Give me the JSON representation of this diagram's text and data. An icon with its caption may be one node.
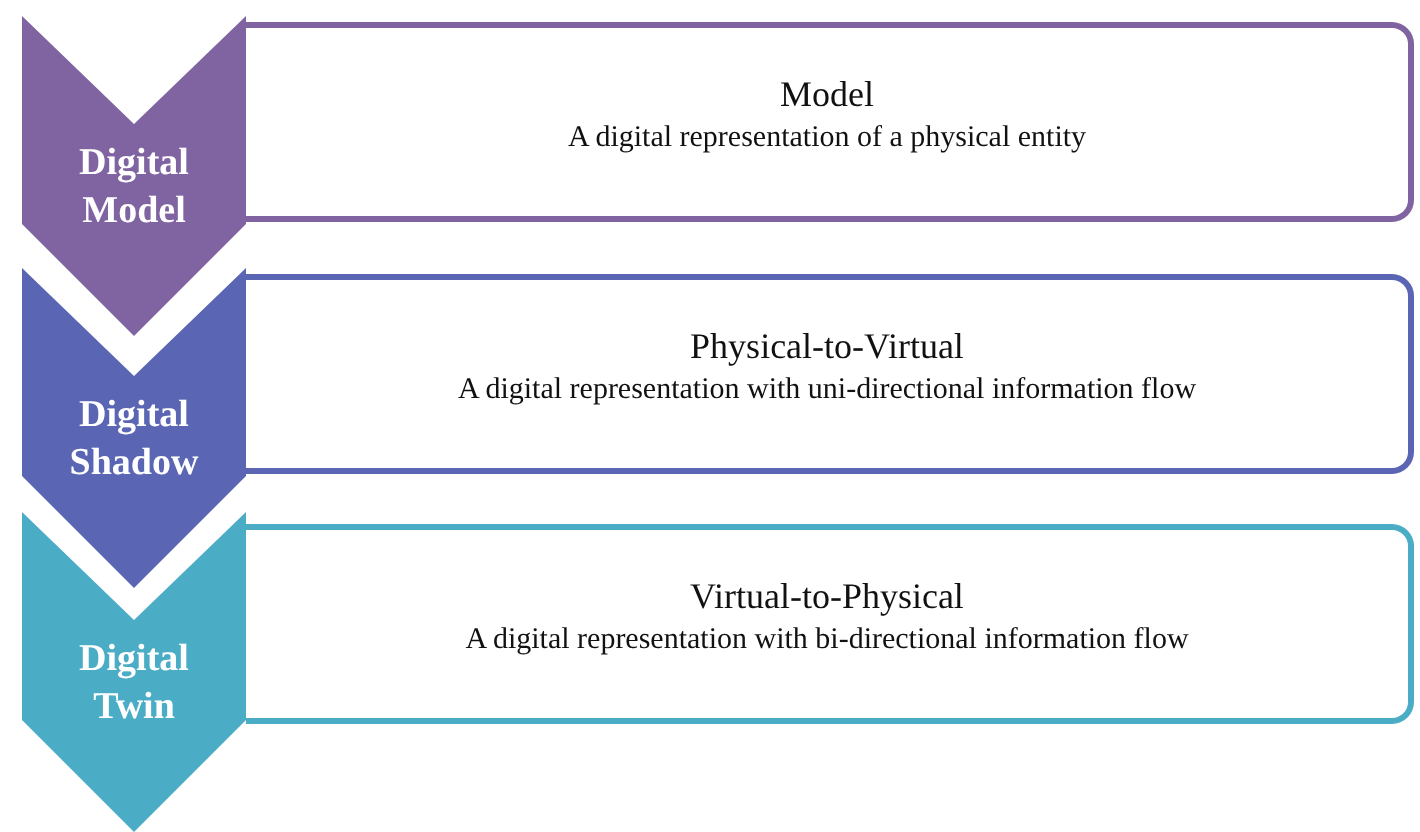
{
  "diagram": {
    "nodes": [
      {
        "text": [
          "Digital Model"
        ]
      },
      {
        "text": [
          "Model",
          "A digital representation of a physical entity"
        ]
      },
      {
        "text": [
          "Digital Shadow"
        ]
      },
      {
        "text": [
          "Physical-to-Virtual",
          "A digital representation with uni-directional information flow"
        ]
      },
      {
        "text": [
          "Digital Twin"
        ]
      },
      {
        "text": [
          "Virtual-to-Physical",
          "A digital representation with bi-directional information flow"
        ]
      }
    ]
  }
}
